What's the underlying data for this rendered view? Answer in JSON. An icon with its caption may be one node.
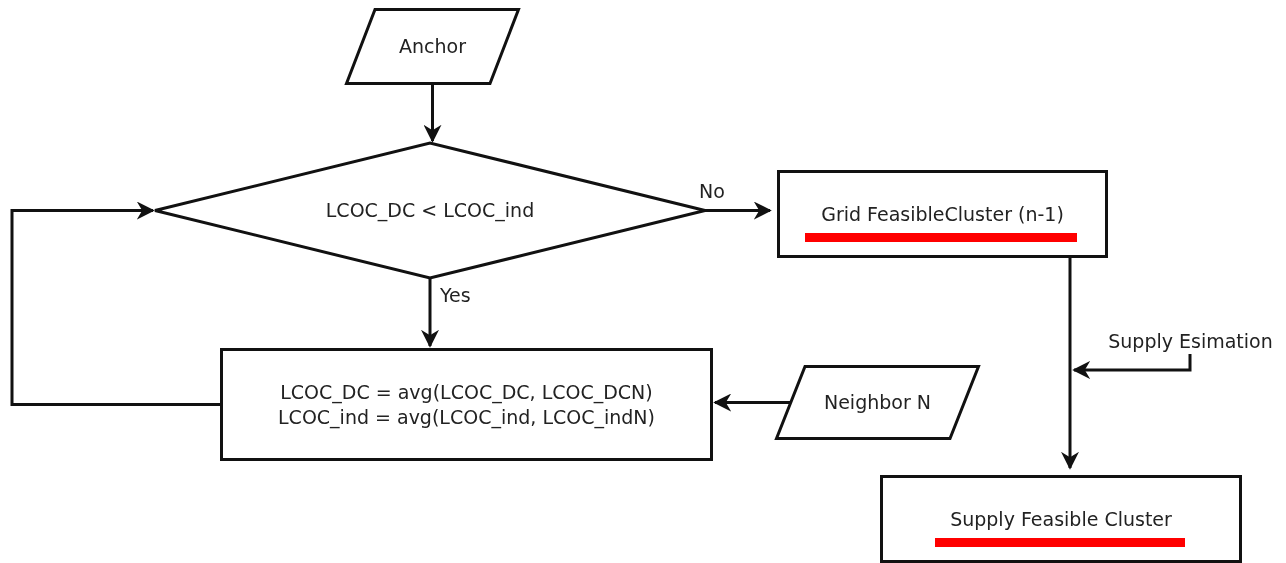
{
  "diagram": {
    "nodes": [
      {
        "text": [
          "Anchor"
        ]
      },
      {
        "text": [
          "LCOC_DC < LCOC_ind"
        ]
      },
      {
        "text": [
          "Grid FeasibleCluster (n-1)"
        ]
      },
      {
        "text": [
          "LCOC_DC = avg(LCOC_DC, LCOC_DCN)",
          "LCOC_ind = avg(LCOC_ind, LCOC_indN)"
        ]
      },
      {
        "text": [
          "Neighbor N"
        ]
      },
      {
        "text": [
          "Supply Feasible Cluster"
        ]
      },
      {
        "text": [
          "Supply Esimation"
        ]
      }
    ],
    "edges": [
      {
        "from": 0,
        "to": 1,
        "arrow": "to"
      },
      {
        "from": 1,
        "to": 2,
        "arrow": "to",
        "label": "No"
      },
      {
        "from": 1,
        "to": 3,
        "arrow": "to",
        "label": "Yes"
      },
      {
        "from": 3,
        "to": 1,
        "arrow": "to"
      },
      {
        "from": 4,
        "to": 3,
        "arrow": "to"
      },
      {
        "from": 2,
        "to": 5,
        "arrow": "to"
      },
      {
        "from": 6,
        "to": null,
        "arrow": "to"
      }
    ]
  }
}
